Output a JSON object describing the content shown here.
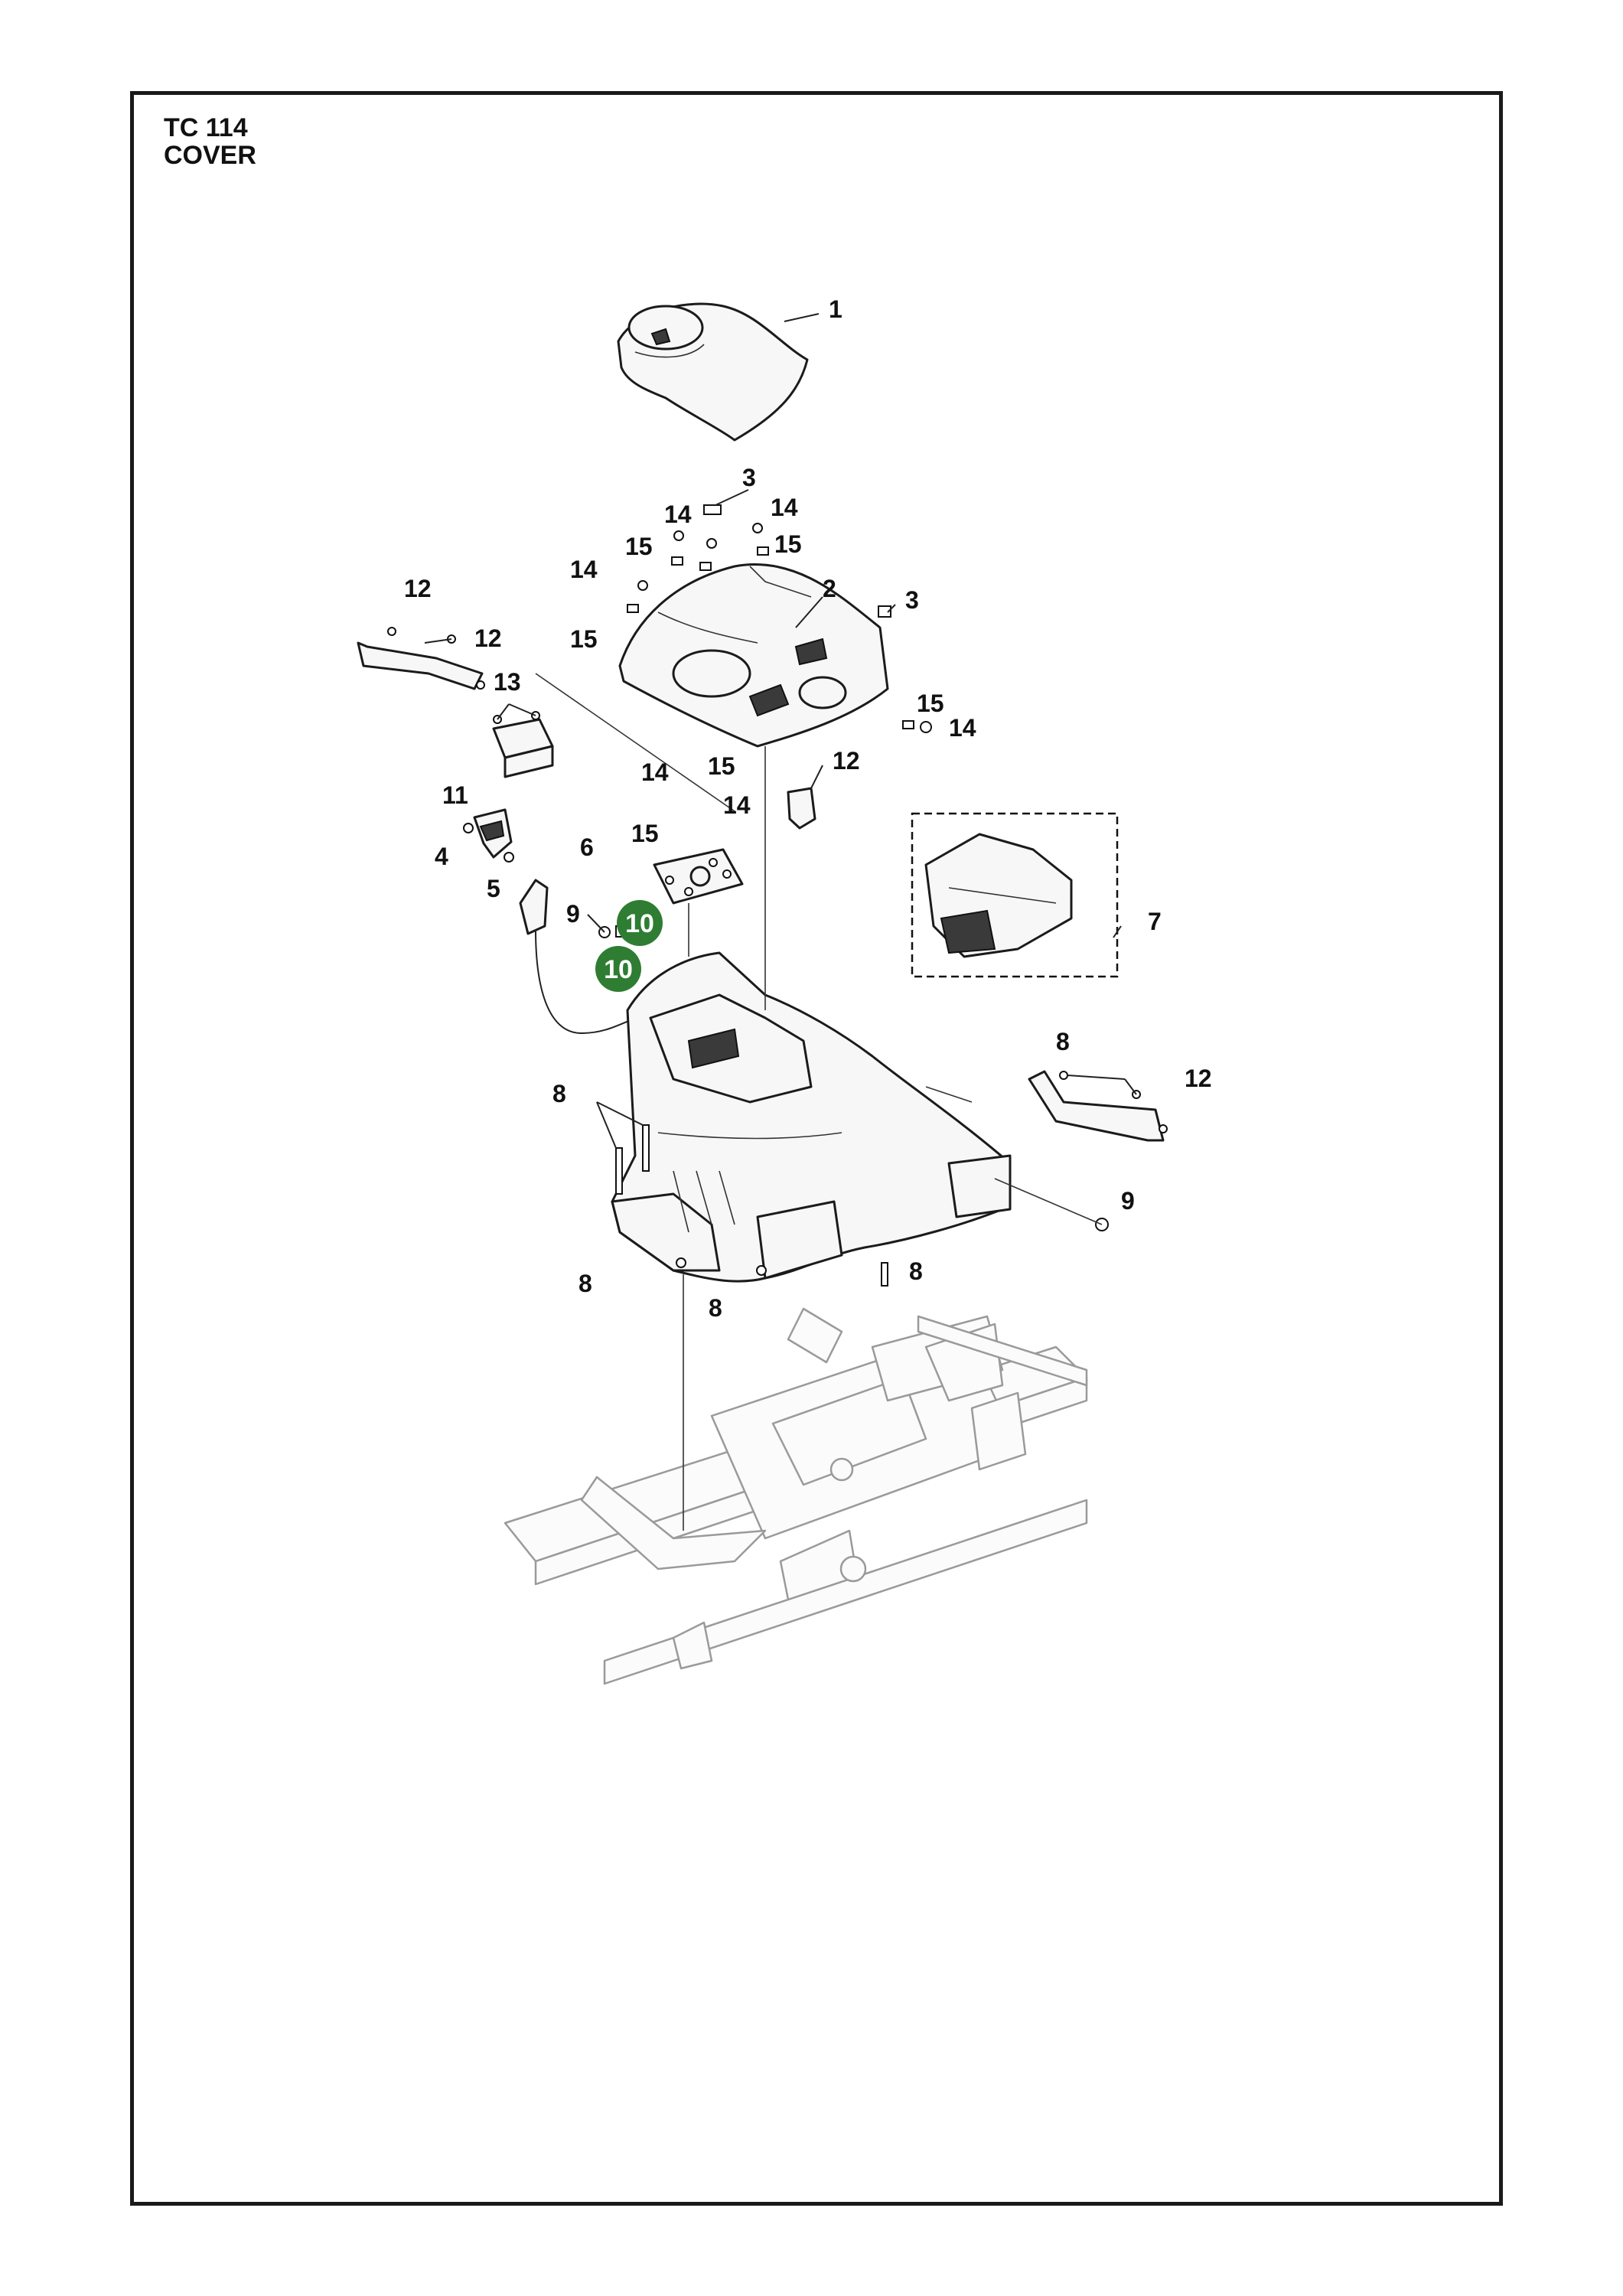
{
  "header": {
    "code": "TC 114",
    "name": "COVER"
  },
  "callouts": {
    "c1": "1",
    "c2": "2",
    "c3a": "3",
    "c3b": "3",
    "c4": "4",
    "c5": "5",
    "c6": "6",
    "c7": "7",
    "c8a": "8",
    "c8b": "8",
    "c8c": "8",
    "c8d": "8",
    "c8e": "8",
    "c9a": "9",
    "c9b": "9",
    "c11": "11",
    "c12a": "12",
    "c12b": "12",
    "c12c": "12",
    "c12d": "12",
    "c13": "13",
    "c14a": "14",
    "c14b": "14",
    "c14c": "14",
    "c14d": "14",
    "c14e": "14",
    "c14f": "14",
    "c15a": "15",
    "c15b": "15",
    "c15c": "15",
    "c15d": "15",
    "c15e": "15",
    "c15f": "15"
  },
  "highlighted": {
    "label_a": "10",
    "label_b": "10",
    "color": "#2e7d32"
  }
}
